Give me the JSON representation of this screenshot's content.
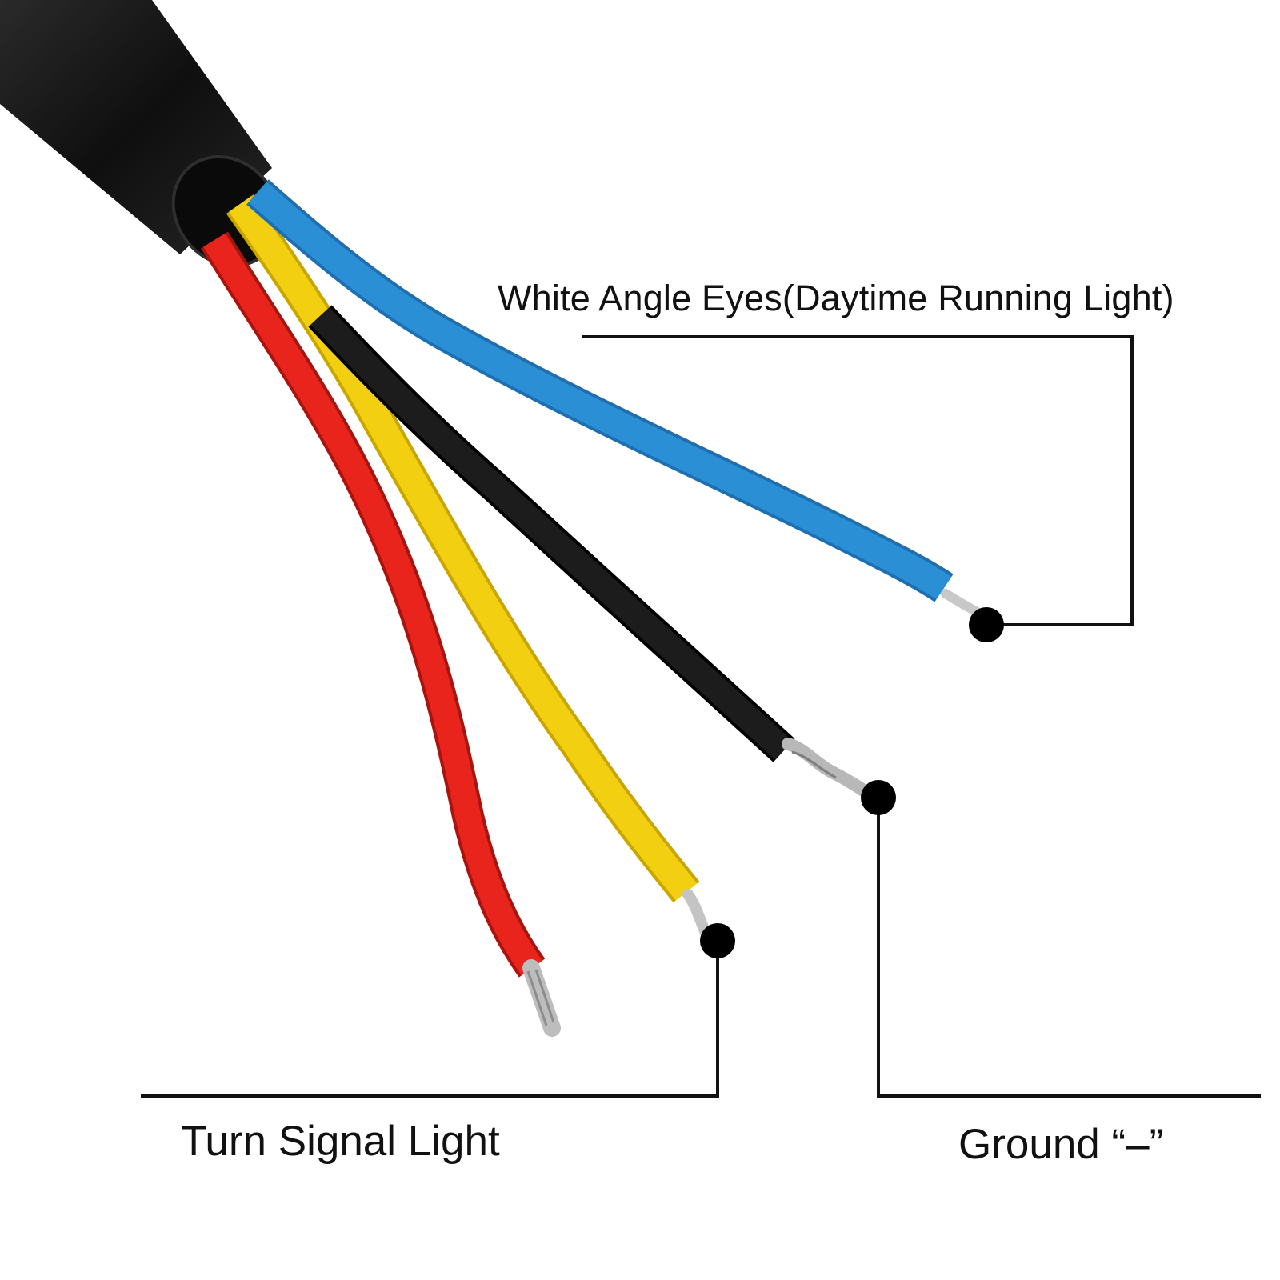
{
  "labels": {
    "drl": "White Angle Eyes(Daytime Running Light)",
    "turn_signal": "Turn Signal Light",
    "ground": "Ground “–”"
  },
  "colors": {
    "background": "#ffffff",
    "sheath": "#141414",
    "wire_red": "#e8241c",
    "wire_yellow": "#f2cf10",
    "wire_black": "#1c1c1c",
    "wire_blue": "#2b8fd6",
    "copper_strands": "#b8b8b8",
    "callout": "#111111"
  }
}
